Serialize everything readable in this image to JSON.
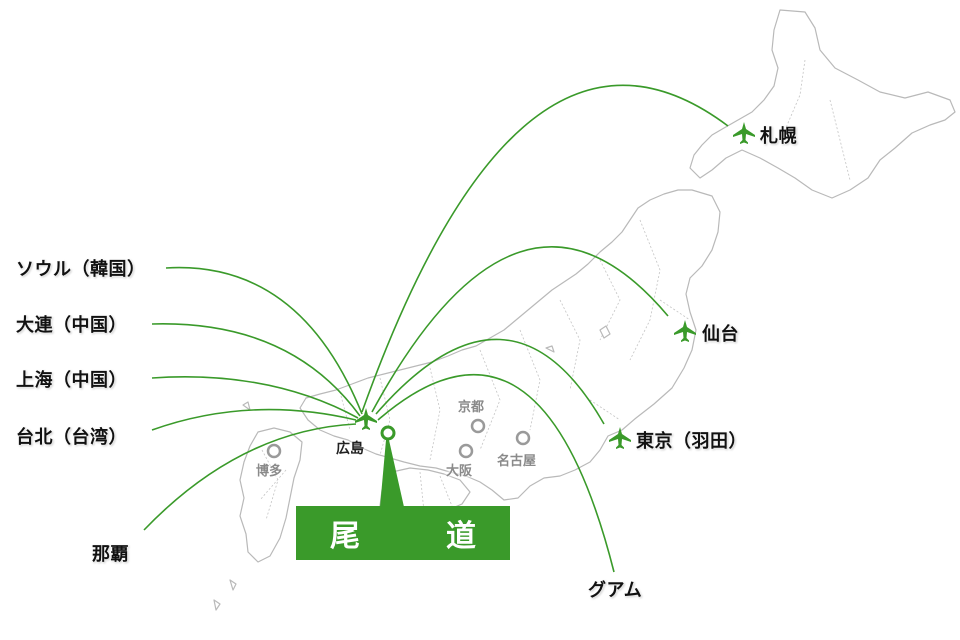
{
  "colors": {
    "route": "#3a9a2a",
    "origin_box": "#3a9a2a",
    "city_marker": "#9a9a9a",
    "land_outline": "#b9b9b9"
  },
  "origin": {
    "label": "尾　道"
  },
  "hub": {
    "label": "広島",
    "icon": "airplane-icon"
  },
  "destinations": {
    "sapporo": "札幌",
    "sendai": "仙台",
    "tokyo": "東京（羽田）",
    "seoul": "ソウル（韓国）",
    "dalian": "大連（中国）",
    "shanghai": "上海（中国）",
    "taipei": "台北（台湾）",
    "naha": "那覇",
    "guam": "グアム"
  },
  "cities": {
    "hakata": "博多",
    "kyoto": "京都",
    "osaka": "大阪",
    "nagoya": "名古屋"
  }
}
